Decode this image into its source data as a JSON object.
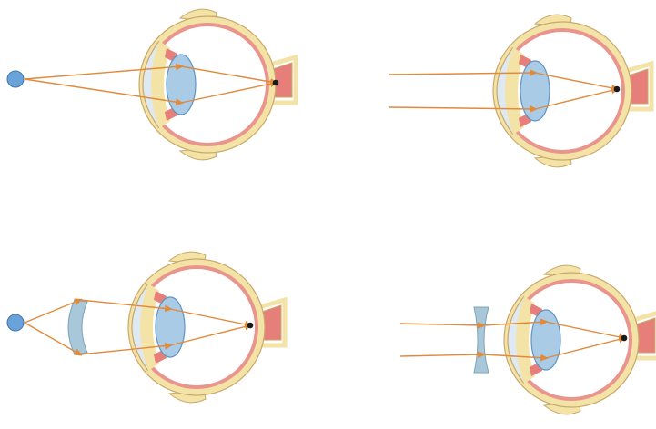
{
  "colors": {
    "background": "#ffffff",
    "sclera": "#f3e3a6",
    "sclera_stroke": "#c9a96a",
    "choroid": "#e9958d",
    "retina_inner": "#ffffff",
    "lens": "#a9cbe6",
    "lens_stroke": "#5f93c2",
    "cornea": "#dfe9f3",
    "nerve": "#e67f79",
    "ray": "#e08a3c",
    "object": "#6aa3da",
    "focus_point": "#1a1a1a",
    "corrective_lens": "#a8c7d8"
  },
  "panels": [
    {
      "id": "near-object-eye",
      "object_point": true,
      "incoming_rays": "diverging",
      "corrective_lens": "none",
      "focus_on_retina": true
    },
    {
      "id": "parallel-rays-eye",
      "object_point": false,
      "incoming_rays": "parallel",
      "corrective_lens": "none",
      "focus_on_retina": true
    },
    {
      "id": "near-object-corrected-eye",
      "object_point": true,
      "incoming_rays": "diverging",
      "corrective_lens": "converging",
      "focus_on_retina": true
    },
    {
      "id": "parallel-rays-corrected-eye",
      "object_point": false,
      "incoming_rays": "parallel",
      "corrective_lens": "diverging",
      "focus_on_retina": true
    }
  ]
}
